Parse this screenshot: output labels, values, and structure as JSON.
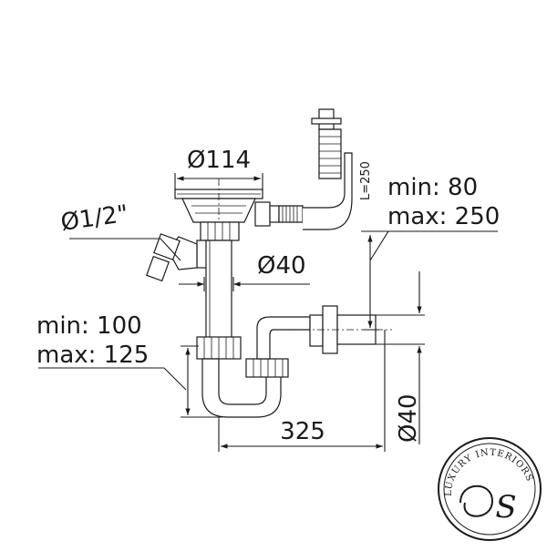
{
  "diagram": {
    "labels": {
      "bowl_diameter": "Ø114",
      "hose_length": "L=250",
      "overflow_range_min": "min: 80",
      "overflow_range_max": "max: 250",
      "connector_diameter": "Ø1/2\"",
      "pipe_diameter": "Ø40",
      "height_range_min": "min: 100",
      "height_range_max": "max: 125",
      "width": "325",
      "outlet_diameter": "Ø40"
    }
  },
  "logo": {
    "text": "LUXURY INTERIORS",
    "monogram": "S"
  }
}
